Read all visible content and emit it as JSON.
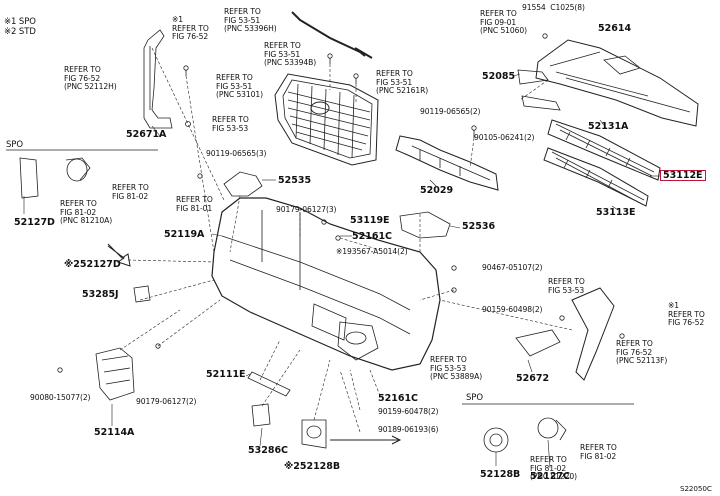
{
  "legend": {
    "line1": "※1 SPO",
    "line2": "※2 STD"
  },
  "spo_label_left": "SPO",
  "spo_label_right": "SPO",
  "corner_code": "S22050C",
  "refs": {
    "fig7652_top": {
      "line1": "※1",
      "line2": "REFER TO",
      "line3": "FIG 76-52"
    },
    "fig5351_top": {
      "line1": "REFER TO",
      "line2": "FIG 53-51",
      "line3": "(PNC 53396H)"
    },
    "fig5351_b": {
      "line1": "REFER TO",
      "line2": "FIG 53-51",
      "line3": "(PNC 53394B)"
    },
    "fig5351_c": {
      "line1": "REFER TO",
      "line2": "FIG 53-51",
      "line3": "(PNC 53101)"
    },
    "fig5351_d": {
      "line1": "REFER TO",
      "line2": "FIG 53-51",
      "line3": "(PNC 52161R)"
    },
    "fig7652_left": {
      "line1": "REFER TO",
      "line2": "FIG 76-52",
      "line3": "(PNC 52112H)"
    },
    "fig5353_mid": {
      "line1": "REFER TO",
      "line2": "FIG 53-53"
    },
    "fig0901": {
      "line1": "REFER TO",
      "line2": "FIG 09-01",
      "line3": "(PNC 51060)"
    },
    "fig8102_spo_a": {
      "line1": "REFER TO",
      "line2": "FIG 81-02",
      "line3": "(PNC 81210A)"
    },
    "fig8102_spo_b": {
      "line1": "REFER TO",
      "line2": "FIG 81-02"
    },
    "fig8101": {
      "line1": "REFER TO",
      "line2": "FIG 81-01"
    },
    "fig5353_right": {
      "line1": "REFER TO",
      "line2": "FIG 53-53"
    },
    "fig7652_right": {
      "line1": "※1",
      "line2": "REFER TO",
      "line3": "FIG 76-52"
    },
    "fig7652_right2": {
      "line1": "REFER TO",
      "line2": "FIG 76-52",
      "line3": "(PNC 52113F)"
    },
    "fig5353_bot": {
      "line1": "REFER TO",
      "line2": "FIG 53-53",
      "line3": "(PNC 53889A)"
    },
    "fig8102_br_a": {
      "line1": "REFER TO",
      "line2": "FIG 81-02",
      "line3": "(PNC 81220)"
    },
    "fig8102_br_b": {
      "line1": "REFER TO",
      "line2": "FIG 81-02"
    }
  },
  "parts": {
    "p91554": "91554  C1025(8)",
    "p52614": "52614",
    "p52085": "52085",
    "p90119_06565_2": "90119-06565(2)",
    "p52131A": "52131A",
    "p90105": "90105-06241(2)",
    "p52029": "52029",
    "p53112E": "53112E",
    "p53113E": "53113E",
    "p52671A": "52671A",
    "p90119_06565_3": "90119-06565(3)",
    "p52535": "52535",
    "p52127D": "52127D",
    "p90179_a": "90179-06127(3)",
    "p53119E": "53119E",
    "p52536": "52536",
    "p52119A": "52119A",
    "p52161C_a": "52161C",
    "p52127D_note": "※252127D",
    "p193567": "※193567-A5014(2)",
    "p90467": "90467-05107(2)",
    "p53285J": "53285J",
    "p90159_a": "90159-60498(2)",
    "p52672": "52672",
    "p52111E": "52111E",
    "p90080": "90080-15077(2)",
    "p90179_b": "90179-06127(2)",
    "p52161C_b": "52161C",
    "p90159_b": "90159-60478(2)",
    "p52114A": "52114A",
    "p90189": "90189-06193(6)",
    "p53286C": "53286C",
    "p52128B_note": "※252128B",
    "p52128B": "52128B",
    "p52127C": "52127C"
  }
}
